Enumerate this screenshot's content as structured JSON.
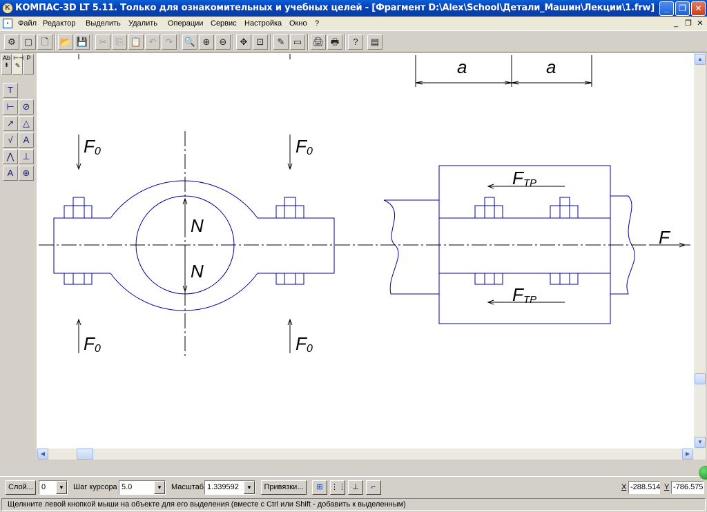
{
  "window": {
    "title": "КОМПАС-3D LT 5.11. Только для ознакомительных и учебных целей - [Фрагмент D:\\Alex\\School\\Детали_Машин\\Лекции\\1.frw]",
    "minimize": "_",
    "restore": "❐",
    "close": "✕"
  },
  "menu": {
    "items": [
      "Файл",
      "Редактор",
      "Выделить",
      "Удалить",
      "Операции",
      "Сервис",
      "Настройка",
      "Окно",
      "?"
    ],
    "mdi_minimize": "_",
    "mdi_restore": "❐",
    "mdi_close": "✕"
  },
  "toolbar": {
    "icons": [
      "⚙",
      "▢",
      "🗋",
      "📂",
      "💾",
      "✂",
      "⎘",
      "📋",
      "↶",
      "↷",
      "🔍",
      "⊕",
      "⊖",
      "✥",
      "⊡",
      "✎",
      "▭",
      "🖨",
      "🖶",
      "?",
      "▤"
    ]
  },
  "left_panel": {
    "tabs": [
      "Аb",
      "⊢⊣",
      "P",
      "⇟",
      "✎"
    ],
    "tools": [
      "T",
      "⊢",
      "⊘",
      "↗",
      "△",
      "√",
      "A",
      "⋀",
      "⊥",
      "A",
      "⊕"
    ]
  },
  "drawing": {
    "labels": {
      "f0": "F",
      "f0_sub": "0",
      "n": "N",
      "a": "a",
      "ftr": "F",
      "ftr_sub": "ТР",
      "f": "F"
    },
    "line_color": "#0000a0"
  },
  "status": {
    "layer_button": "Слой...",
    "layer_value": "0",
    "step_label": "Шаг курсора",
    "step_value": "5.0",
    "scale_label": "Масштаб",
    "scale_value": "1.339592",
    "snap_button": "Привязки...",
    "x_label": "X",
    "x_value": "-288.514",
    "y_label": "Y",
    "y_value": "-786.575"
  },
  "hint": "Щелкните левой кнопкой мыши на объекте для его выделения (вместе с Ctrl или Shift - добавить к выделенным)"
}
